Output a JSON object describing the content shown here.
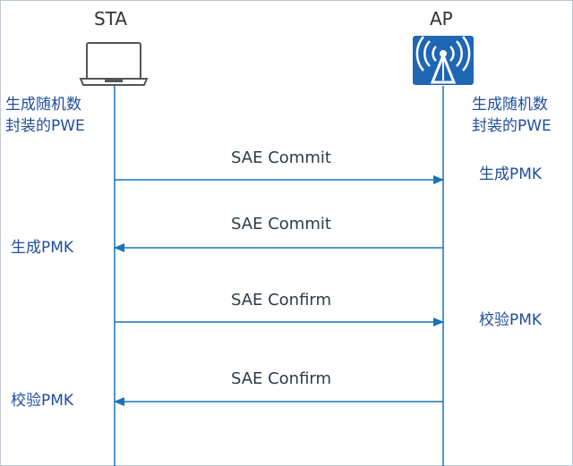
{
  "actors": {
    "sta": "STA",
    "ap": "AP"
  },
  "sta_notes": {
    "top_line1": "生成随机数",
    "top_line2": "封装的PWE",
    "gen_pmk": "生成PMK",
    "verify_pmk": "校验PMK"
  },
  "ap_notes": {
    "top_line1": "生成随机数",
    "top_line2": "封装的PWE",
    "gen_pmk": "生成PMK",
    "verify_pmk": "校验PMK"
  },
  "messages": [
    {
      "label": "SAE Commit",
      "direction": "STA->AP"
    },
    {
      "label": "SAE Commit",
      "direction": "AP->STA"
    },
    {
      "label": "SAE Confirm",
      "direction": "STA->AP"
    },
    {
      "label": "SAE Confirm",
      "direction": "AP->STA"
    }
  ],
  "colors": {
    "line": "#1a73b8",
    "note_text": "#1f4e9c",
    "ap_icon_bg": "#1f66b3"
  },
  "icons": {
    "sta": "laptop-icon",
    "ap": "wireless-ap-icon"
  }
}
